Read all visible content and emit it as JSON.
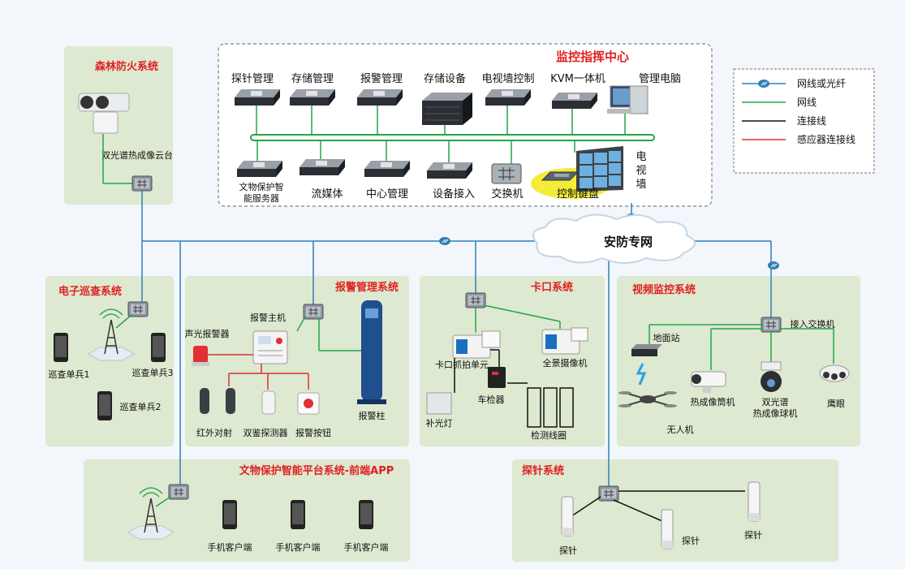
{
  "colors": {
    "fiber": "#2f7fb8",
    "network": "#22a64a",
    "connect": "#111111",
    "sensor": "#e23030",
    "panel": "#dde9d0",
    "title": "#e02020"
  },
  "command_center": {
    "title": "监控指挥中心",
    "top_devices": [
      "探针管理",
      "存储管理",
      "报警管理",
      "存储设备",
      "电视墙控制",
      "KVM一体机",
      "管理电脑"
    ],
    "bottom_devices": [
      "文物保护智",
      "能服务器",
      "流媒体",
      "中心管理",
      "设备接入",
      "交换机",
      "控制键盘"
    ],
    "video_wall": [
      "电",
      "视",
      "墙"
    ]
  },
  "cloud": "安防专网",
  "legend": [
    "网线或光纤",
    "网线",
    "连接线",
    "感应器连接线"
  ],
  "forest": {
    "title": "森林防火系统",
    "camera": "双光谱热成像云台"
  },
  "patrol": {
    "title": "电子巡查系统",
    "units": [
      "巡查单兵1",
      "巡查单兵3",
      "巡查单兵2"
    ]
  },
  "alarm": {
    "title": "报警管理系统",
    "host": "报警主机",
    "siren": "声光报警器",
    "infrared": "红外对射",
    "dual": "双鉴探测器",
    "button": "报警按钮",
    "pillar": "报警柱"
  },
  "kakou": {
    "title": "卡口系统",
    "capture": "卡口抓拍单元",
    "panorama": "全景摄像机",
    "detector": "车检器",
    "light": "补光灯",
    "loop": "检测线圈"
  },
  "video": {
    "title": "视频监控系统",
    "switch": "接入交换机",
    "ground": "地面站",
    "thermal": "热成像筒机",
    "dome": [
      "双光谱",
      "热成像球机"
    ],
    "eagle": "鹰眼",
    "drone": "无人机"
  },
  "app": {
    "title": "文物保护智能平台系统-前端APP",
    "phones": [
      "手机客户端",
      "手机客户端",
      "手机客户端"
    ]
  },
  "probe": {
    "title": "探针系统",
    "probes": [
      "探针",
      "探针",
      "探针"
    ]
  }
}
